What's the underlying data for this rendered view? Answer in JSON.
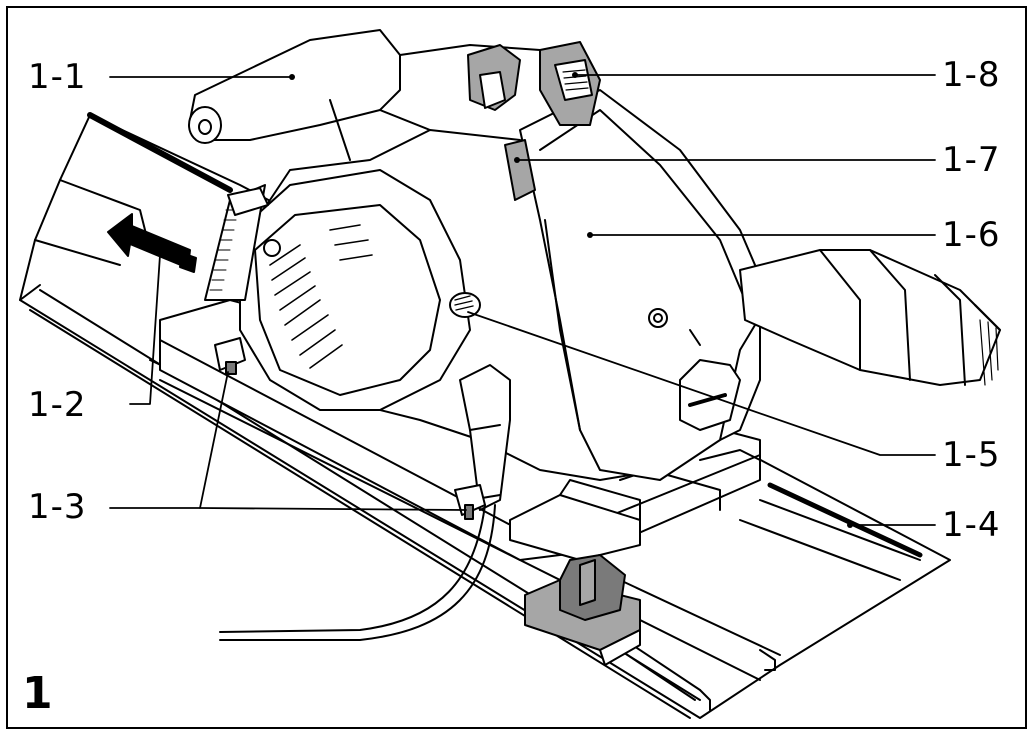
{
  "figure_number": "1",
  "callouts": [
    {
      "id": "c11",
      "text": "1-1"
    },
    {
      "id": "c12",
      "text": "1-2"
    },
    {
      "id": "c13",
      "text": "1-3"
    },
    {
      "id": "c14",
      "text": "1-4"
    },
    {
      "id": "c15",
      "text": "1-5"
    },
    {
      "id": "c16",
      "text": "1-6"
    },
    {
      "id": "c17",
      "text": "1-7"
    },
    {
      "id": "c18",
      "text": "1-8"
    }
  ],
  "colors": {
    "line": "#000000",
    "fill_light": "#ffffff",
    "fill_grey": "#a6a6a6",
    "fill_dark": "#7a7a7a"
  }
}
